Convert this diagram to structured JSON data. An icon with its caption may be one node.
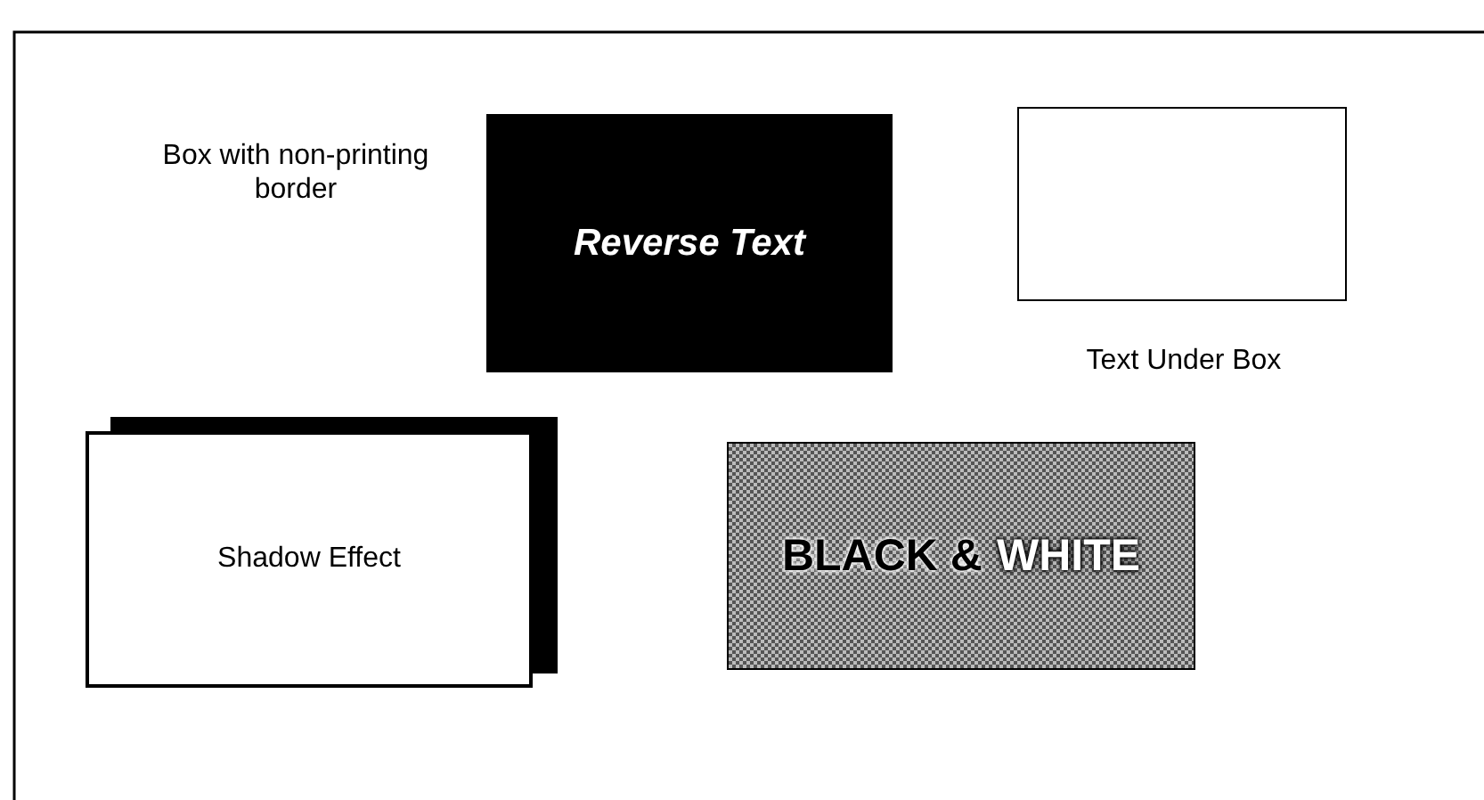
{
  "diagram": {
    "nodes": [
      {
        "text": [
          "Box with non-printing border"
        ]
      },
      {
        "text": [
          "Reverse Text"
        ]
      },
      {
        "text": [
          "Text Under Box"
        ]
      },
      {
        "text": [
          "Shadow Effect"
        ]
      },
      {
        "text": [
          "BLACK &",
          "WHITE"
        ]
      }
    ]
  }
}
